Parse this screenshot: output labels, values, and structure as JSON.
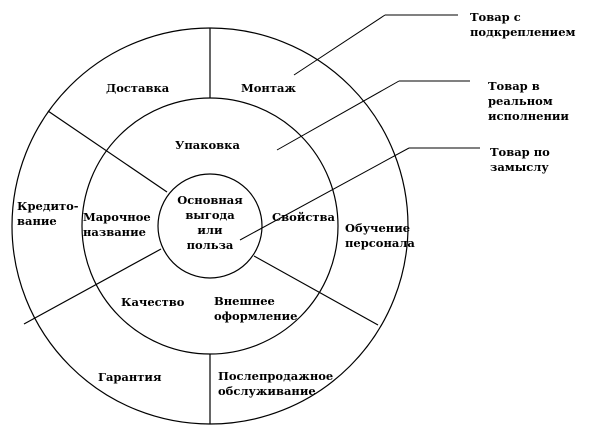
{
  "diagram": {
    "center": "Основная\nвыгода\nили\nпольза",
    "middle_ring": [
      "Упаковка",
      "Свойства",
      "Внешнее\nоформление",
      "Качество",
      "Марочное\nназвание"
    ],
    "outer_ring": [
      "Доставка",
      "Монтаж",
      "Кредито-\nвание",
      "Обучение\nперсонала",
      "Гарантия",
      "Послепродажное\nобслуживание"
    ],
    "callouts": [
      "Товар с\nподкреплением",
      "Товар в\nреальном\nисполнении",
      "Товар по\nзамыслу"
    ]
  }
}
